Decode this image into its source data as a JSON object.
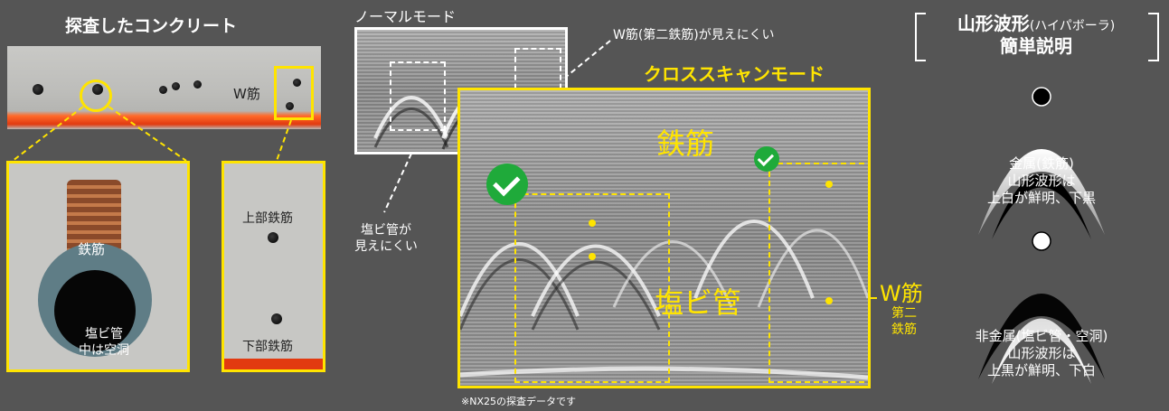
{
  "left": {
    "title": "探査したコンクリート",
    "w_label": "W筋",
    "rebar_label": "鉄筋",
    "pvc_label": "塩ビ管",
    "hollow_label": "中は空洞",
    "upper_rebar": "上部鉄筋",
    "lower_rebar": "下部鉄筋"
  },
  "middle": {
    "normal_mode": "ノーマルモード",
    "w_hard_to_see": "W筋(第二鉄筋)が見えにくい",
    "cross_scan_mode": "クロススキャンモード",
    "pvc_hard_1": "塩ビ管が",
    "pvc_hard_2": "見えにくい",
    "rebar_big": "鉄筋",
    "pvc_big": "塩ビ管",
    "w_big": "W筋",
    "second_1": "第二",
    "second_2": "鉄筋",
    "note": "※NX25の探査データです"
  },
  "right": {
    "title_main": "山形波形",
    "title_sub": "(ハイパボーラ)",
    "title_2": "簡単説明",
    "metal_1": "金属(鉄筋)",
    "metal_2": "山形波形は",
    "metal_3": "上白が鮮明、下黒",
    "nonmetal_1": "非金属(塩ビ管・空洞)",
    "nonmetal_2": "山形波形は",
    "nonmetal_3": "上黒が鮮明、下白"
  },
  "colors": {
    "accent": "#ffe400",
    "check": "#1faa3a",
    "bg": "#555555"
  }
}
